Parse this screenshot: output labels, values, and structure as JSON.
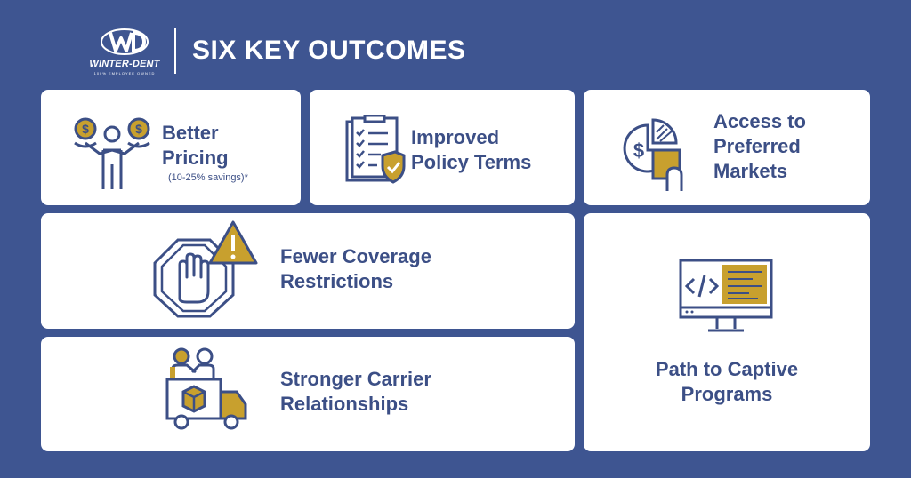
{
  "logo": {
    "brand": "WINTER-DENT",
    "tagline": "100% EMPLOYEE OWNED"
  },
  "header": {
    "title": "SIX KEY OUTCOMES"
  },
  "cards": [
    {
      "line1": "Better",
      "line2": "Pricing",
      "note": "(10-25% savings)*",
      "icon": "scale-coins-icon"
    },
    {
      "line1": "Improved",
      "line2": "Policy Terms",
      "icon": "checklist-shield-icon"
    },
    {
      "line1": "Access to",
      "line2": "Preferred",
      "line3": "Markets",
      "icon": "pie-chart-hand-icon"
    },
    {
      "line1": "Fewer Coverage",
      "line2": "Restrictions",
      "icon": "stop-hand-warning-icon"
    },
    {
      "line1": "Stronger Carrier",
      "line2": "Relationships",
      "icon": "delivery-truck-icon"
    },
    {
      "line1": "Path to Captive",
      "line2": "Programs",
      "icon": "code-monitor-icon"
    }
  ],
  "colors": {
    "background": "#3e5591",
    "navy": "#3c4f86",
    "gold": "#c8a02e",
    "card": "#ffffff"
  }
}
